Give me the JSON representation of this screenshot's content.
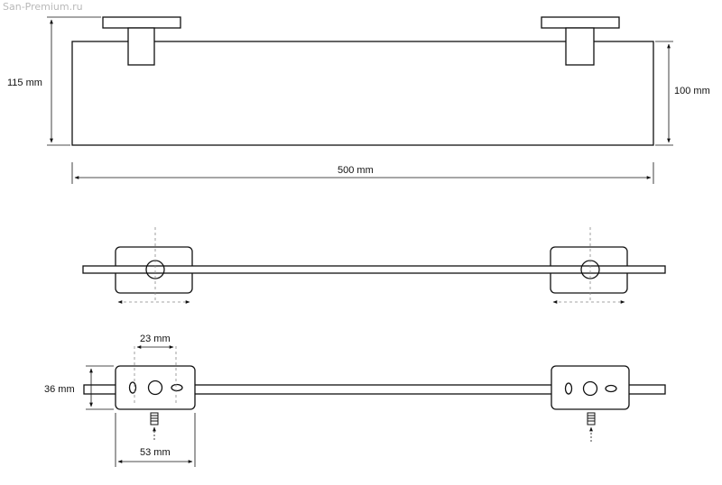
{
  "watermark": "San-Premium.ru",
  "labels": {
    "height_total": "115 mm",
    "height_glass": "100 mm",
    "length": "500 mm",
    "hole_spacing": "23 mm",
    "bracket_depth": "36 mm",
    "bracket_width": "53 mm"
  },
  "colors": {
    "line": "#111111",
    "dash": "#888888",
    "background": "#ffffff"
  }
}
